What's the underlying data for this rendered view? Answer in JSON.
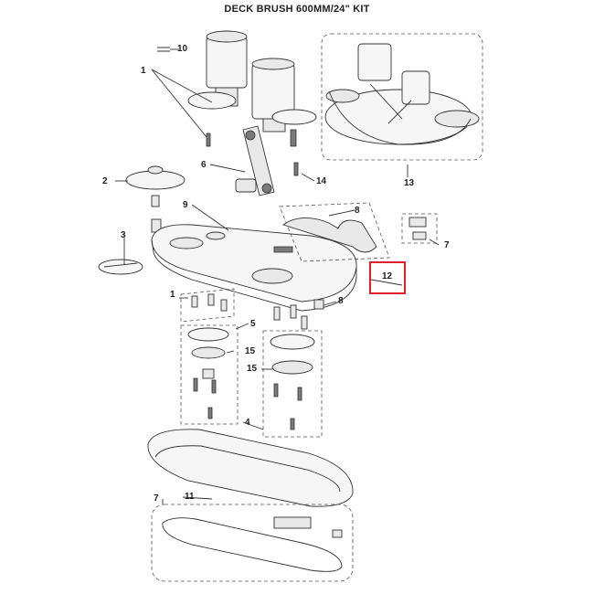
{
  "title": "DECK BRUSH 600MM/24\" KIT",
  "callouts": {
    "c1_top": "1",
    "c1_mid": "1",
    "c2": "2",
    "c3": "3",
    "c4": "4",
    "c5": "5",
    "c6": "6",
    "c7_right": "7",
    "c7_bottom": "7",
    "c8_top": "8",
    "c8_mid": "8",
    "c9": "9",
    "c10": "10",
    "c11": "11",
    "c12": "12",
    "c13": "13",
    "c14": "14",
    "c15_left": "15",
    "c15_right": "15"
  },
  "highlight_color": "#e0202a"
}
